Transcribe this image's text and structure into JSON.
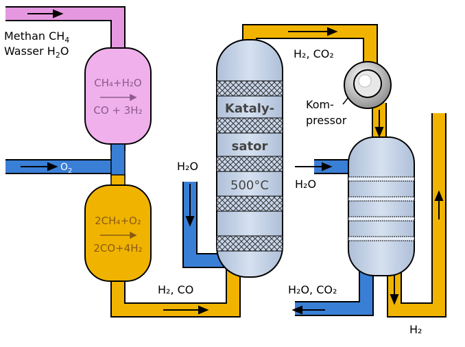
{
  "feed": {
    "methane": "Methan CH",
    "methane_sub": "4",
    "water": "Wasser H",
    "water_sub": "2",
    "water_tail": "O",
    "oxygen": "O",
    "oxygen_sub": "2"
  },
  "reactor_top": {
    "line1": "CH₄+H₂O",
    "line2": "CO + 3H₂"
  },
  "reactor_bottom": {
    "line1": "2CH₄+O₂",
    "line2": "2CO+4H₂"
  },
  "catalyst": {
    "line1": "Kataly-",
    "line2": "sator",
    "temperature": "500°C"
  },
  "labels": {
    "h2_co": "H₂, CO",
    "h2_co2": "H₂, CO₂",
    "h2o_left": "H₂O",
    "h2o_right": "H₂O",
    "h2o_co2": "H₂O, CO₂",
    "h2_out": "H₂"
  },
  "compressor": {
    "line1": "Kom-",
    "line2": "pressor"
  },
  "colors": {
    "pipe_yellow": "#f0b400",
    "pipe_pink": "#e598e0",
    "pipe_blue": "#3a7fd6",
    "vessel_blue": "#c8d6ea",
    "vessel_pink": "#f0b0ec",
    "vessel_yellow": "#f0b400"
  }
}
